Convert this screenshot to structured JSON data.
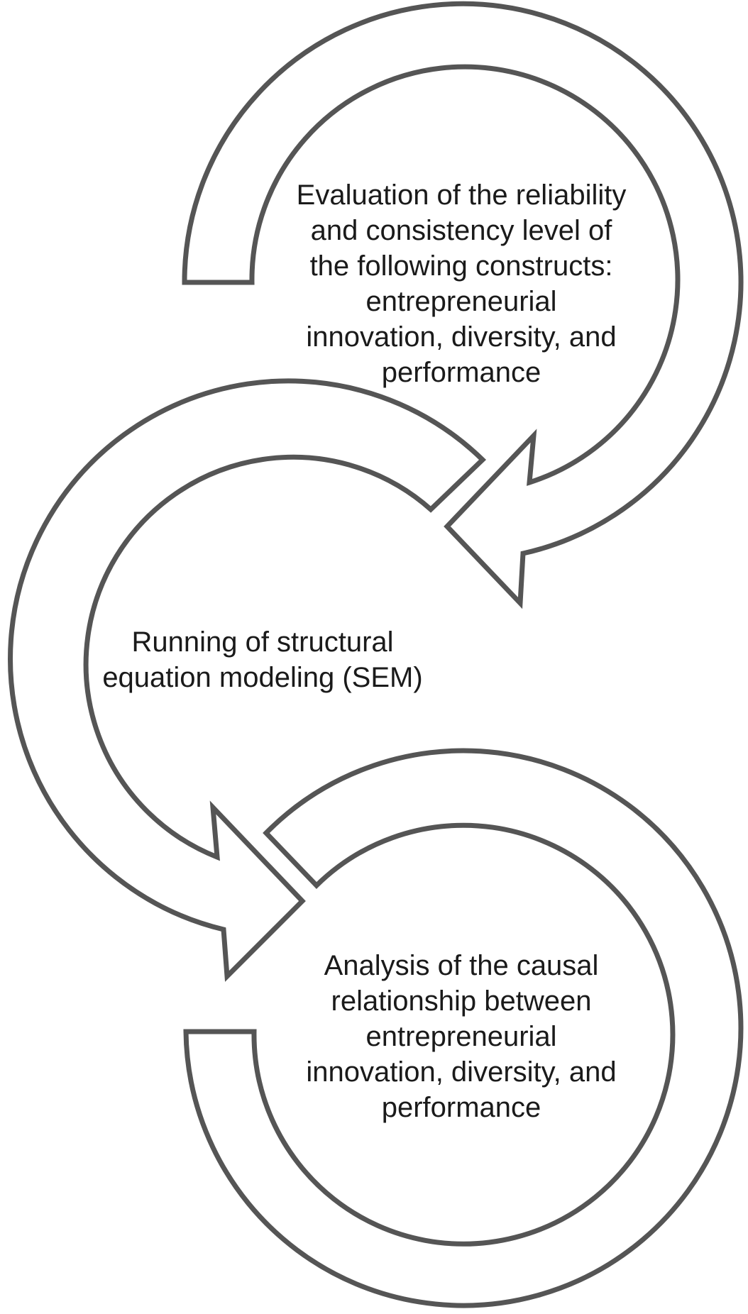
{
  "diagram": {
    "steps": [
      {
        "id": "reliability-evaluation",
        "text": "Evaluation of the reliability\nand consistency level of\nthe following constructs:\nentrepreneurial\ninnovation, diversity, and\nperformance"
      },
      {
        "id": "sem",
        "text": "Running of structural\nequation modeling (SEM)"
      },
      {
        "id": "causal-analysis",
        "text": "Analysis of the causal\nrelationship between\nentrepreneurial\ninnovation, diversity, and\nperformance"
      }
    ],
    "colors": {
      "outline": "#555555",
      "fill": "#ffffff",
      "text": "#1a1a1a"
    }
  }
}
